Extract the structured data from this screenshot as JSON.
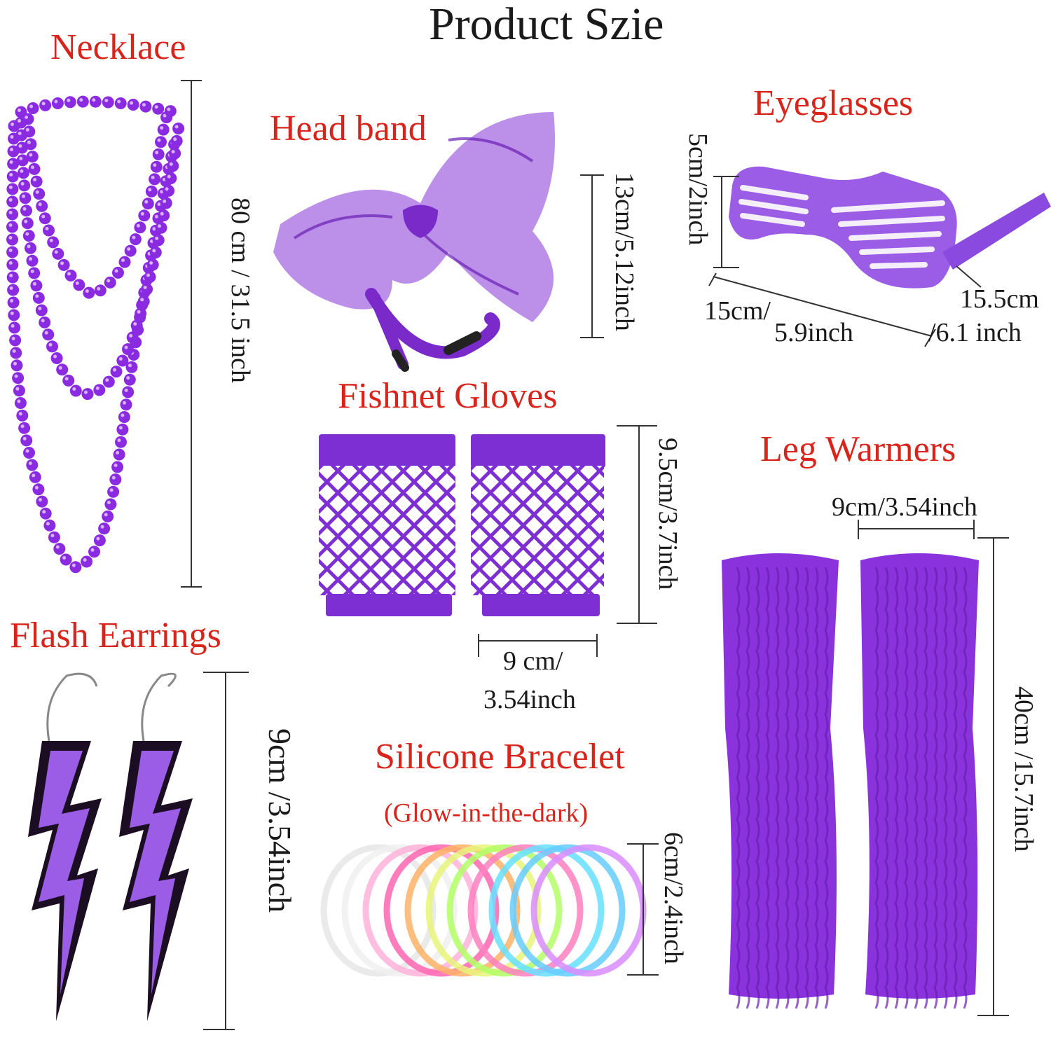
{
  "title": "Product Szie",
  "colors": {
    "heading": "#d9241c",
    "dimension_text": "#1a1a1a",
    "product": "#8a2be2",
    "product_dark": "#6a1fb5",
    "earring_border": "#1b0d22",
    "background": "#ffffff"
  },
  "products": {
    "necklace": {
      "label": "Necklace",
      "dimension": "80 cm / 31.5 inch"
    },
    "head_band": {
      "label": "Head band",
      "dimension": "13cm/5.12inch"
    },
    "eyeglasses": {
      "label": "Eyeglasses",
      "height": "5cm/2inch",
      "width_a": "15cm/",
      "width_b": "5.9inch",
      "arm_a": "15.5cm",
      "arm_b": "/6.1 inch"
    },
    "fishnet_gloves": {
      "label": "Fishnet Gloves",
      "height": "9.5cm/3.7inch",
      "width_a": "9 cm/",
      "width_b": "3.54inch"
    },
    "leg_warmers": {
      "label": "Leg Warmers",
      "width": "9cm/3.54inch",
      "height": "40cm /15.7inch"
    },
    "flash_earrings": {
      "label": "Flash Earrings",
      "dimension": "9cm /3.54inch"
    },
    "silicone_bracelet": {
      "label": "Silicone Bracelet",
      "note": "(Glow-in-the-dark)",
      "dimension": "6cm/2.4inch",
      "ring_colors": [
        "#e6e6e6",
        "#f0f0f0",
        "#ffb3d9",
        "#ff66b2",
        "#ffb366",
        "#e8f57a",
        "#b3ff66",
        "#ff80c0",
        "#66e0ff",
        "#66ccff",
        "#d98cff"
      ]
    }
  }
}
